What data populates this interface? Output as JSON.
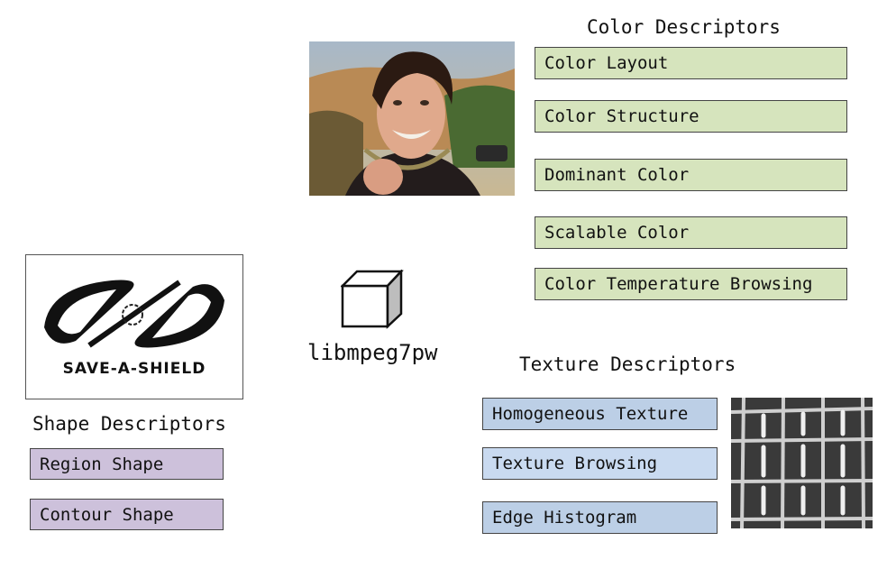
{
  "center": {
    "label": "libmpeg7pw",
    "icon": "cube-icon"
  },
  "color": {
    "heading": "Color Descriptors",
    "items": [
      "Color Layout",
      "Color Structure",
      "Dominant Color",
      "Scalable Color",
      "Color Temperature Browsing"
    ],
    "fill": "#d6e4bd"
  },
  "shape": {
    "heading": "Shape Descriptors",
    "items": [
      "Region Shape",
      "Contour Shape"
    ],
    "fill": "#cdc1db",
    "logo_text": "SAVE-A-SHIELD"
  },
  "texture": {
    "heading": "Texture Descriptors",
    "items": [
      "Homogeneous Texture",
      "Texture Browsing",
      "Edge Histogram"
    ],
    "fill": "#bccfe6"
  }
}
